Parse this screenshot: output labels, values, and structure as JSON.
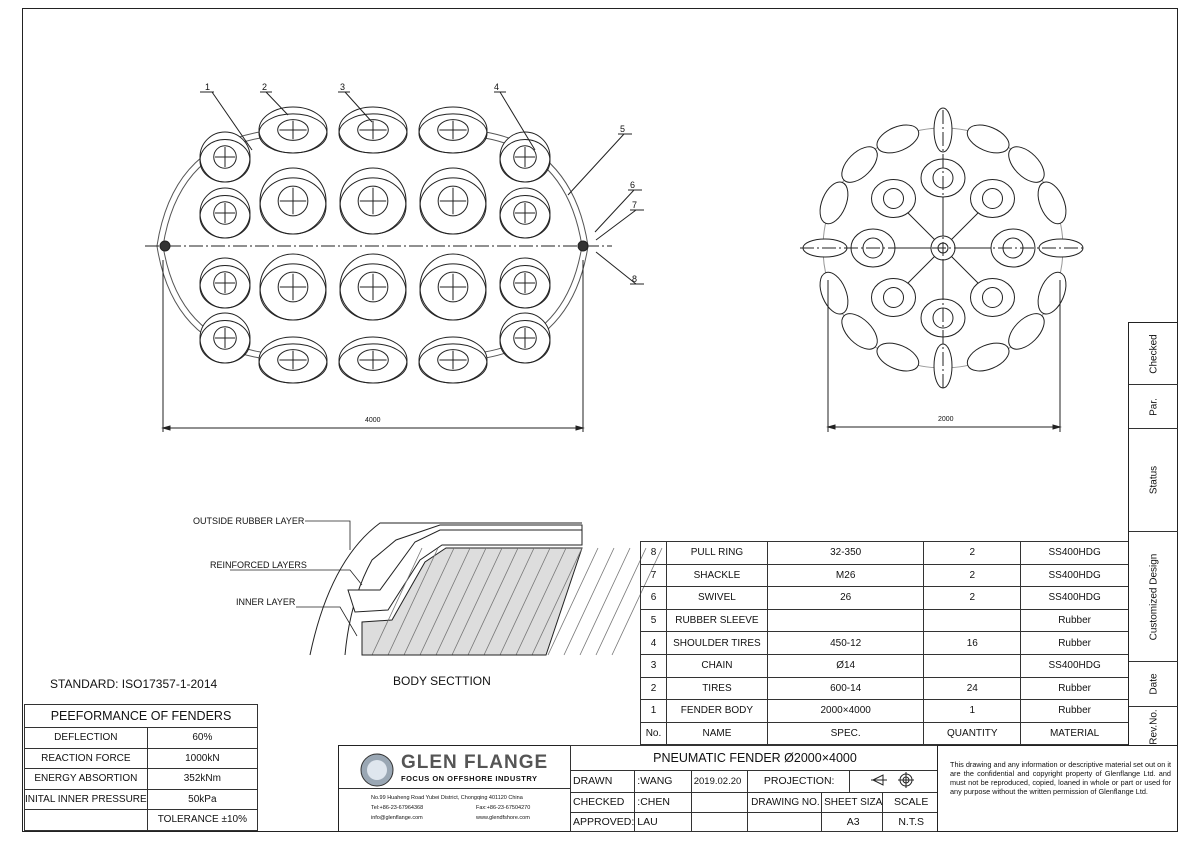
{
  "drawing": {
    "callouts": [
      "1",
      "2",
      "3",
      "4",
      "5",
      "6",
      "7",
      "8"
    ],
    "front_dimension": "4000",
    "side_dimension": "2000"
  },
  "body_section": {
    "title": "BODY SECTTION",
    "labels": [
      "OUTSIDE RUBBER LAYER",
      "REINFORCED LAYERS",
      "INNER LAYER"
    ]
  },
  "standard": "STANDARD:  ISO17357-1-2014",
  "performance": {
    "title": "PEEFORMANCE OF FENDERS",
    "rows": [
      [
        "DEFLECTION",
        "60%"
      ],
      [
        "REACTION FORCE",
        "1000kN"
      ],
      [
        "ENERGY ABSORTION",
        "352kNm"
      ],
      [
        "INITAL INNER PRESSURE",
        "50kPa"
      ],
      [
        "",
        "TOLERANCE ±10%"
      ]
    ]
  },
  "parts": {
    "rows": [
      [
        "8",
        "PULL RING",
        "32-350",
        "2",
        "SS400HDG"
      ],
      [
        "7",
        "SHACKLE",
        "M26",
        "2",
        "SS400HDG"
      ],
      [
        "6",
        "SWIVEL",
        "26",
        "2",
        "SS400HDG"
      ],
      [
        "5",
        "RUBBER SLEEVE",
        "",
        "",
        "Rubber"
      ],
      [
        "4",
        "SHOULDER TIRES",
        "450-12",
        "16",
        "Rubber"
      ],
      [
        "3",
        "CHAIN",
        "Ø14",
        "",
        "SS400HDG"
      ],
      [
        "2",
        "TIRES",
        "600-14",
        "24",
        "Rubber"
      ],
      [
        "1",
        "FENDER BODY",
        "2000×4000",
        "1",
        "Rubber"
      ]
    ],
    "header": [
      "No.",
      "NAME",
      "SPEC.",
      "QUANTITY",
      "MATERIAL"
    ]
  },
  "revision_strip": [
    "Checked",
    "Par.",
    "Status",
    "Customized Design",
    "Date",
    "Rev.No."
  ],
  "title_block": {
    "logo_text": "GLEN FLANGE",
    "logo_tagline": "FOCUS ON OFFSHORE INDUSTRY",
    "address": "No.99 Huaheng Road Yubei District, Chongqing 401120 China",
    "tel": "Tel:+86-23-67964368",
    "fax": "Fax:+86-23-67504270",
    "email": "info@glenflange.com",
    "web": "www.glendfshore.com",
    "title": "PNEUMATIC FENDER Ø2000×4000",
    "drawn_label": "DRAWN",
    "drawn": ":WANG",
    "date": "2019.02.20",
    "projection_label": "PROJECTION:",
    "checked_label": "CHECKED",
    "checked": ":CHEN",
    "drawing_no_label": "DRAWING NO.",
    "sheet_size_label": "SHEET SIZA",
    "scale_label": "SCALE",
    "approved_label": "APPROVED:",
    "approved": "LAU",
    "sheet_size": "A3",
    "scale": "N.T.S"
  },
  "disclaimer": "This drawing and any information or descriptive material set out on it are the confidential and copyright property of Glenflange Ltd.  and must not be reproduced, copied, loaned in whole or part or used for any purpose without the written permission of Glenflange Ltd."
}
